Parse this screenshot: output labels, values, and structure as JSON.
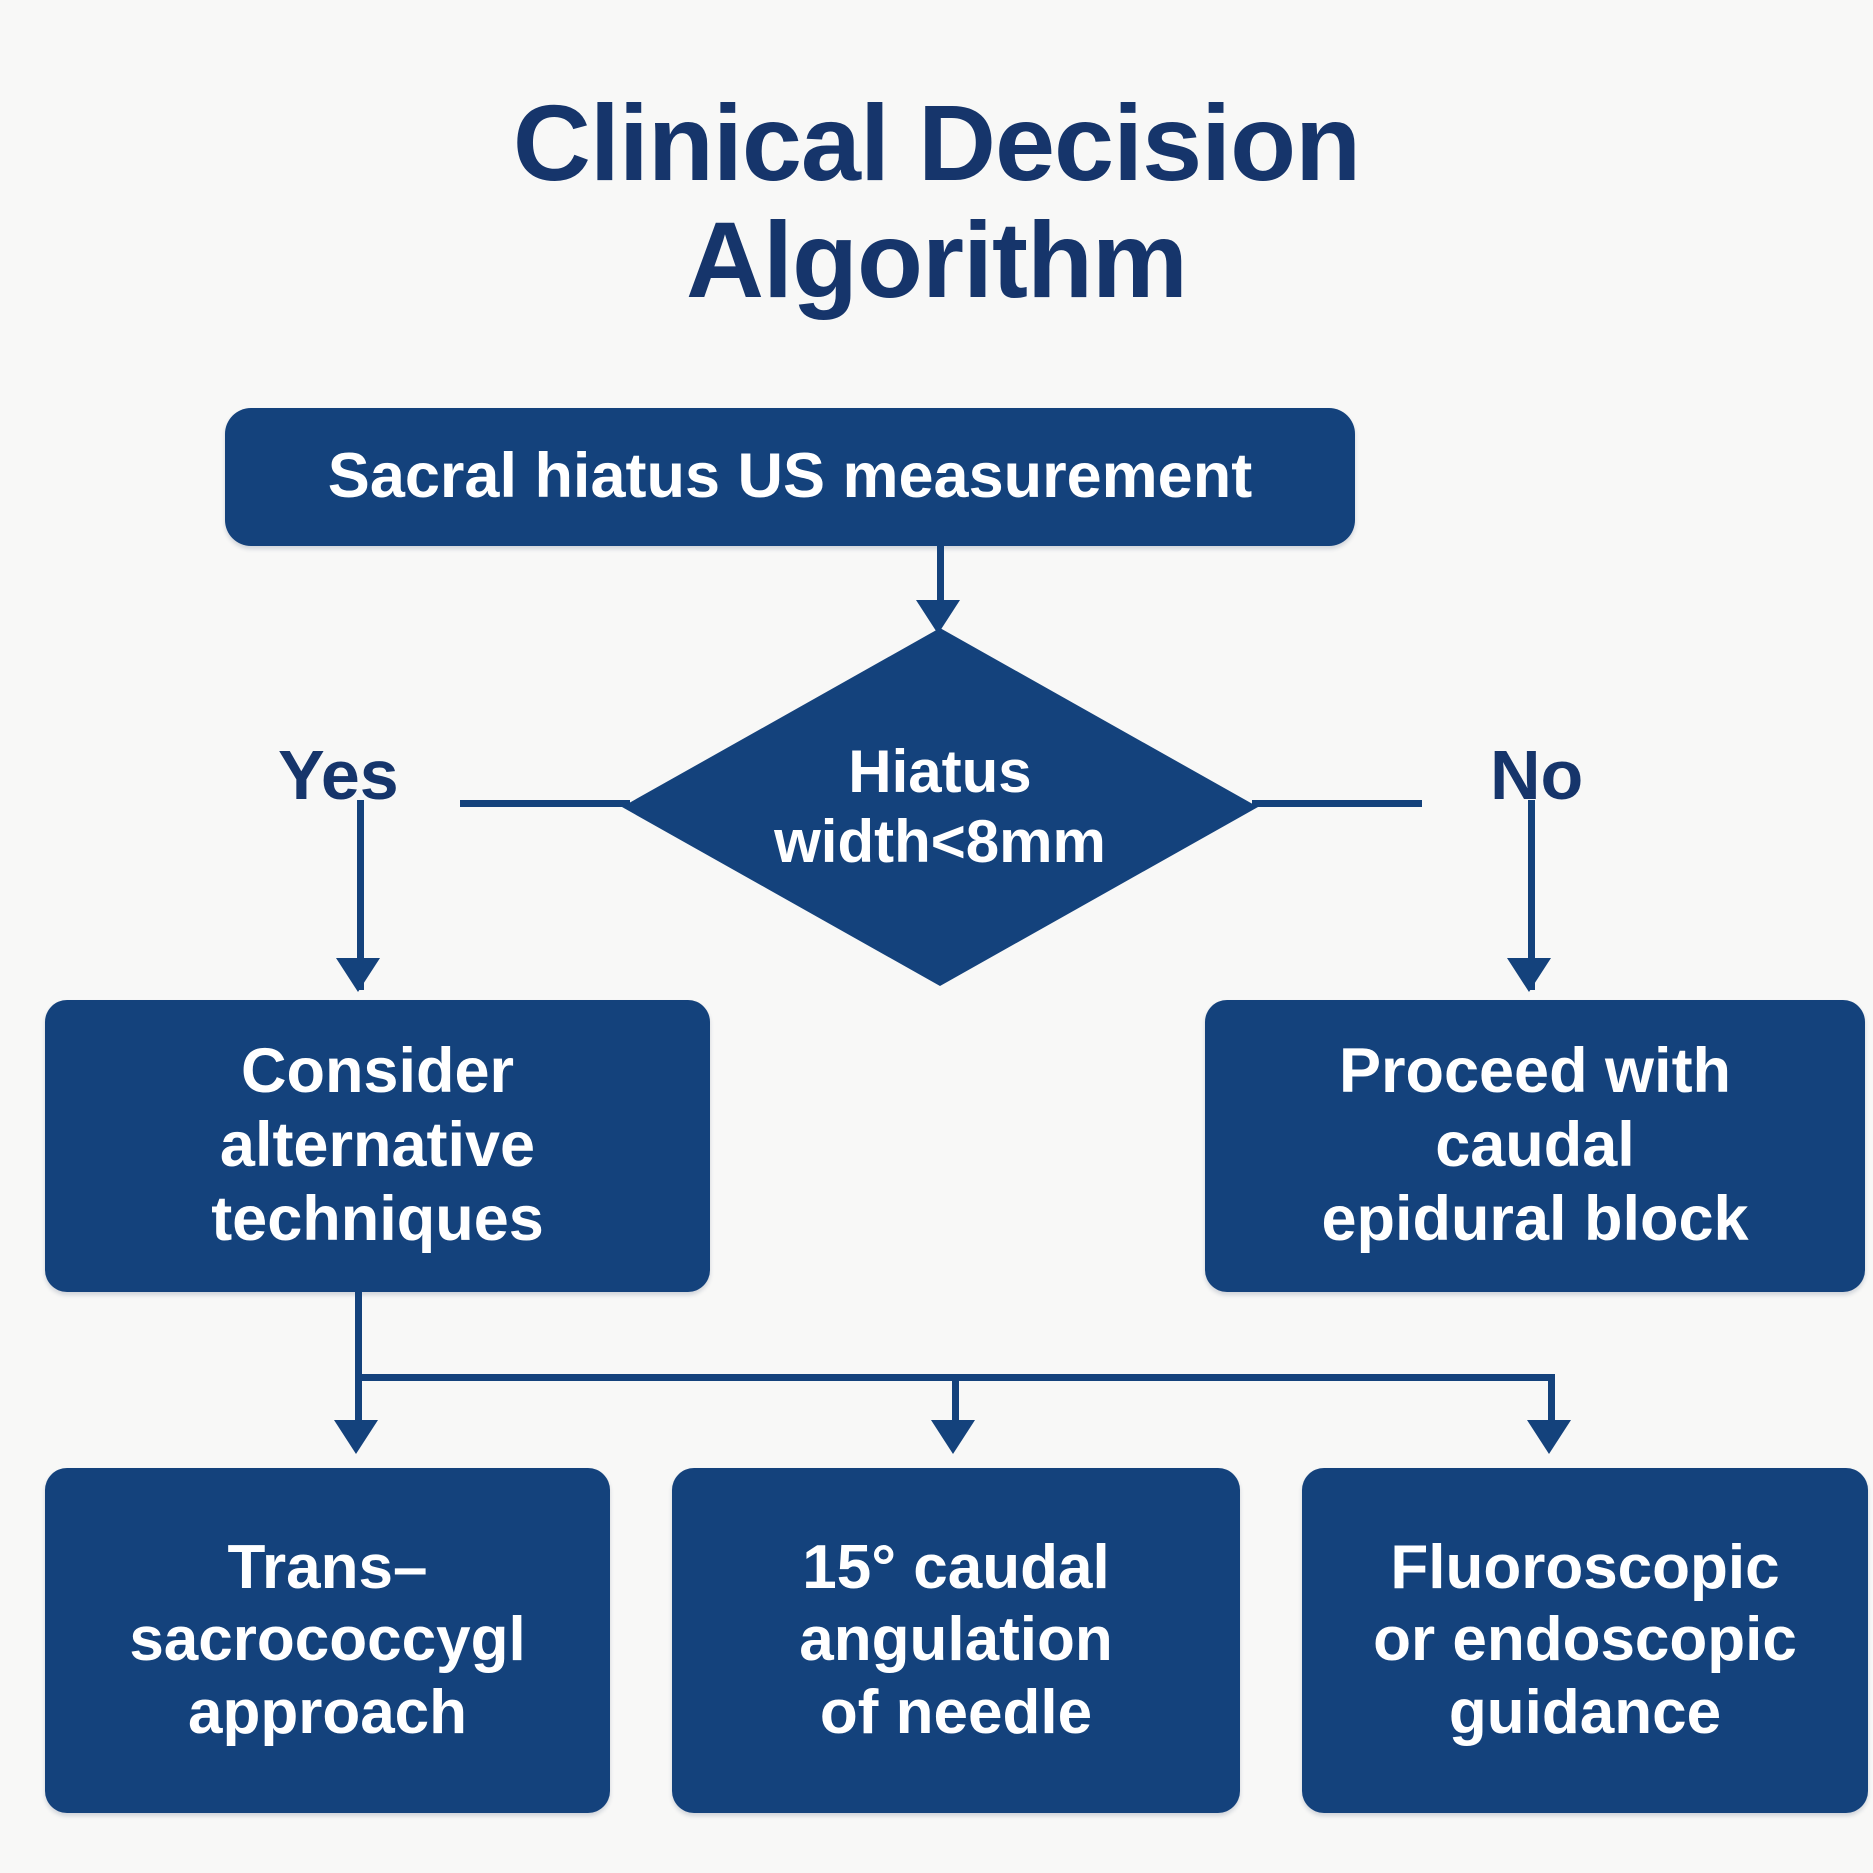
{
  "title": {
    "line1": "Clinical Decision",
    "line2": "Algorithm"
  },
  "nodes": {
    "measure": "Sacral hiatus US measurement",
    "decision": "Hiatus\nwidth<8mm",
    "alternative": "Consider\nalternative\ntechniques",
    "proceed": "Proceed with\ncaudal\nepidural block",
    "transsacro": "Trans–\nsacrococcygl\napproach",
    "angulation": "15° caudal\nangulation\nof needle",
    "fluoroscopic": "Fluoroscopic\nor endoscopic\nguidance"
  },
  "branch_labels": {
    "yes": "Yes",
    "no": "No"
  },
  "colors": {
    "node_fill": "#14427c",
    "node_text": "#ffffff",
    "title_text": "#16356b",
    "connector": "#14427c",
    "background": "#f8f8f7"
  },
  "flow": {
    "type": "flowchart",
    "edges": [
      {
        "from": "measure",
        "to": "decision",
        "label": ""
      },
      {
        "from": "decision",
        "to": "alternative",
        "label": "Yes"
      },
      {
        "from": "decision",
        "to": "proceed",
        "label": "No"
      },
      {
        "from": "alternative",
        "to": "transsacro",
        "label": ""
      },
      {
        "from": "alternative",
        "to": "angulation",
        "label": ""
      },
      {
        "from": "alternative",
        "to": "fluoroscopic",
        "label": ""
      }
    ]
  }
}
